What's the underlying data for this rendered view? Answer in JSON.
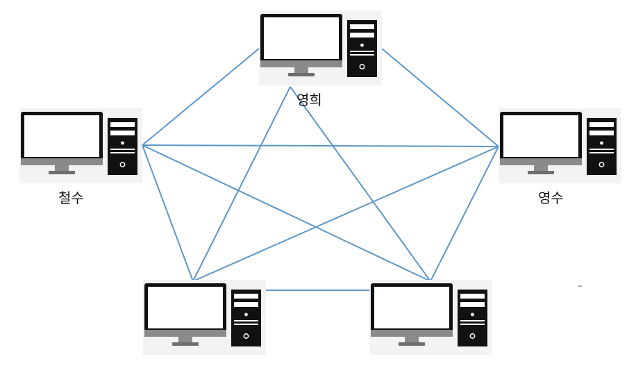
{
  "nodes": [
    {
      "id": "top",
      "label": "영희",
      "icon": "desktop-computer-icon"
    },
    {
      "id": "left",
      "label": "철수",
      "icon": "desktop-computer-icon"
    },
    {
      "id": "right",
      "label": "영수",
      "icon": "desktop-computer-icon"
    },
    {
      "id": "bottom-left",
      "label": "",
      "icon": "desktop-computer-icon"
    },
    {
      "id": "bottom-right",
      "label": "",
      "icon": "desktop-computer-icon"
    }
  ],
  "edges": [
    [
      "top",
      "left"
    ],
    [
      "top",
      "right"
    ],
    [
      "top",
      "bottom-left"
    ],
    [
      "top",
      "bottom-right"
    ],
    [
      "left",
      "right"
    ],
    [
      "left",
      "bottom-left"
    ],
    [
      "left",
      "bottom-right"
    ],
    [
      "right",
      "bottom-left"
    ],
    [
      "right",
      "bottom-right"
    ],
    [
      "bottom-left",
      "bottom-right"
    ]
  ],
  "stray_mark": "–",
  "colors": {
    "edge": "#5b96c8",
    "device": "#111111",
    "stand": "#8a8a8a",
    "screen": "#ffffff"
  }
}
